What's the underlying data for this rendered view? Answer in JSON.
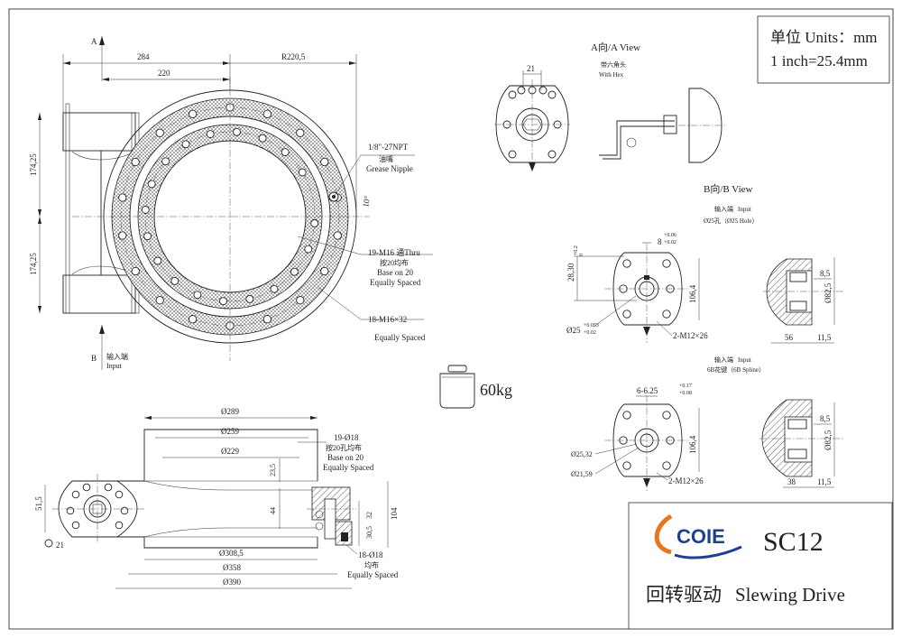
{
  "units": {
    "line1": "单位 Units：mm",
    "line2": "1 inch=25.4mm"
  },
  "title_block": {
    "logo_text": "COIE",
    "model": "SC12",
    "name_cn": "回转驱动",
    "name_en": "Slewing Drive",
    "colors": {
      "logo_orange": "#e8761e",
      "logo_blue": "#1f3f8f"
    }
  },
  "front_view": {
    "dim_284": "284",
    "dim_220": "220",
    "dim_r2205": "R220,5",
    "dim_17425_top": "174,25",
    "dim_17425_bot": "174,25",
    "section_a": "A",
    "section_b": "B",
    "input_cn": "输入端",
    "input_en": "Input",
    "grease_spec": "1/8\"-27NPT",
    "grease_cn": "油嘴",
    "grease_en": "Grease Nipple",
    "angle_10": "10°",
    "thru_spec": "19-M16 通Thru",
    "thru_cn": "按20均布",
    "thru_en1": "Base on 20",
    "thru_en2": "Equally Spaced",
    "blind_spec": "18-M16×32",
    "blind_en": "Equally Spaced"
  },
  "a_view": {
    "title": "A向/A View",
    "dim_21": "21",
    "hex_cn": "带六角头",
    "hex_en": "With Hex"
  },
  "b_view": {
    "title": "B向/B View",
    "input1_cn": "输入端",
    "input1_en": "Input",
    "input1_hole": "Ø25孔（Ø25 Hole）",
    "dim_8": "8",
    "dim_8_tol_up": "+0.06",
    "dim_8_tol_dn": "+0.02",
    "dim_2830": "28,30",
    "dim_2830_tol_up": "+0.2",
    "dim_2830_tol_dn": "0",
    "dim_1064_a": "106,4",
    "dim_25": "Ø25",
    "dim_25_tol_up": "+0.053",
    "dim_25_tol_dn": "+0.02",
    "bolts_a": "2-M12×26",
    "dim_85_a": "8,5",
    "dim_825_a": "Ø82,5",
    "dim_56": "56",
    "dim_115_a": "11,5",
    "input2_cn": "输入端",
    "input2_en": "Input",
    "spline": "6B花键（6B Spline）",
    "dim_6625": "6-6.25",
    "dim_6625_tol_up": "+0.17",
    "dim_6625_tol_dn": "+0.08",
    "dim_1064_b": "106,4",
    "dim_2532": "Ø25,32",
    "dim_2159": "Ø21,59",
    "bolts_b": "2-M12×26",
    "dim_85_b": "8,5",
    "dim_825_b": "Ø82,5",
    "dim_38": "38",
    "dim_115_b": "11,5"
  },
  "weight": {
    "value": "60kg"
  },
  "side_view": {
    "dim_289": "Ø289",
    "dim_259": "Ø259",
    "dim_229": "Ø229",
    "dim_235": "23,5",
    "dim_44": "44",
    "dim_515": "51,5",
    "dim_21": "21",
    "dim_104": "104",
    "dim_305": "30,5",
    "dim_32": "32",
    "dim_3085": "Ø308,5",
    "dim_358": "Ø358",
    "dim_390": "Ø390",
    "holes_top_spec": "19-Ø18",
    "holes_top_cn": "按20孔均布",
    "holes_top_en1": "Base on 20",
    "holes_top_en2": "Equally Spaced",
    "holes_bot_spec": "18-Ø18",
    "holes_bot_cn": "均布",
    "holes_bot_en": "Equally Spaced"
  }
}
